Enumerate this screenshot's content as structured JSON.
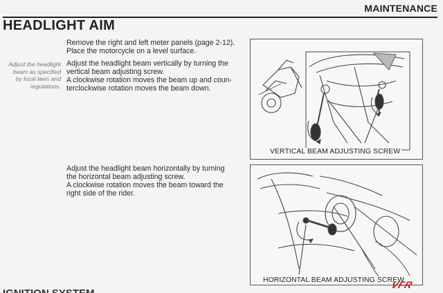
{
  "header": {
    "section": "MAINTENANCE",
    "title": "HEADLIGHT AIM"
  },
  "intro": {
    "line1": "Remove the right and left meter panels (page 2-12).",
    "line2": "Place the motorcycle on a level surface."
  },
  "side_note": {
    "lines": [
      "Adjust the headlight",
      "beam as specified",
      "by local laws and",
      "regulations."
    ]
  },
  "vertical": {
    "line1": "Adjust the headlight beam vertically by turning the",
    "line2": "vertical beam adjusting screw.",
    "line3": "A clockwise rotation moves the beam up and coun-",
    "line4": "terclockwise rotation moves the beam down."
  },
  "horizontal": {
    "line1": "Adjust the headlight beam horizontally by turning",
    "line2": "the horizontal beam adjusting screw.",
    "line3": "A clockwise rotation moves the beam toward the",
    "line4": "right side of the rider."
  },
  "figures": {
    "vertical_caption": "VERTICAL BEAM ADJUSTING SCREW",
    "horizontal_caption": "HORIZONTAL BEAM ADJUSTING SCREW"
  },
  "footer": {
    "next_section_heading": "IGNITION SYSTEM",
    "watermark": "VFR"
  }
}
